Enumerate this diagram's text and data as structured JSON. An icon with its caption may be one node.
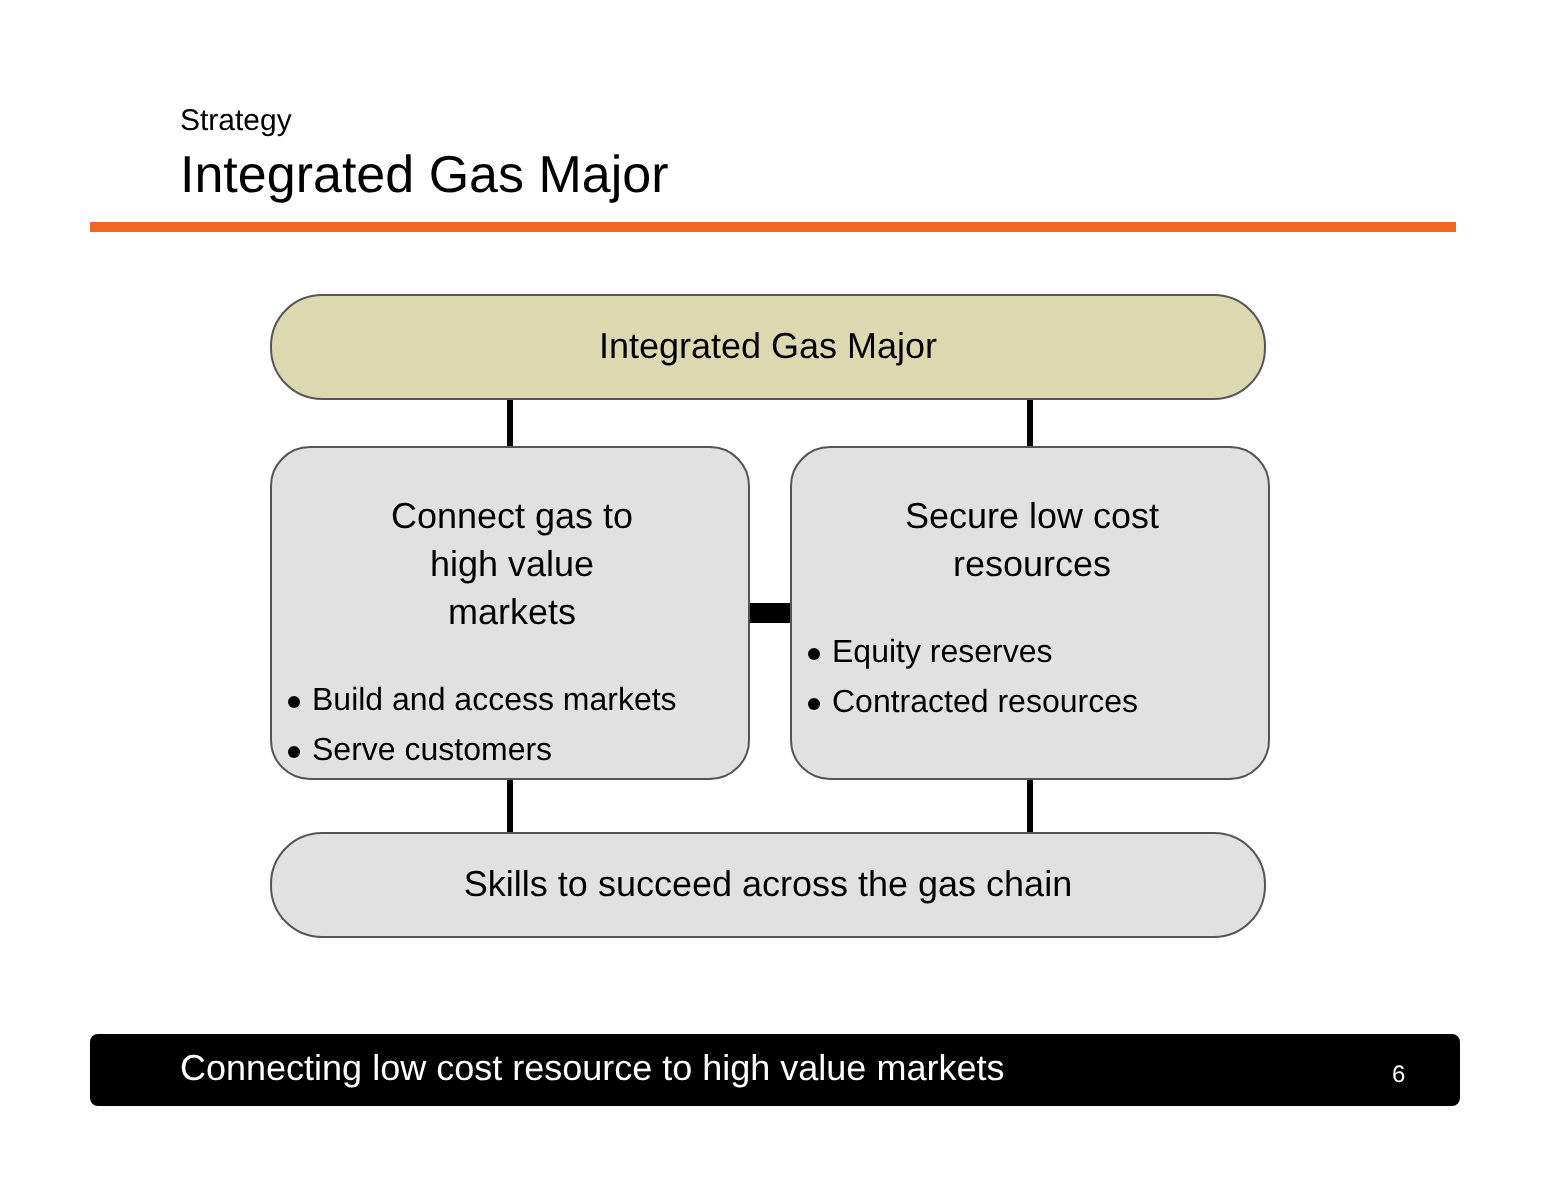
{
  "diagram": {
    "title": "Integrated Gas Major",
    "nodes": [
      {
        "text": [
          "Integrated Gas Major"
        ]
      },
      {
        "text": [
          "Connect gas to high value markets",
          "Build and access markets",
          "Serve customers"
        ]
      },
      {
        "text": [
          "Secure low cost resources",
          "Equity reserves",
          "Contracted resources"
        ]
      },
      {
        "text": [
          "Skills to succeed across the gas chain"
        ]
      }
    ],
    "edges": [
      {
        "from": 0,
        "to": 1,
        "arrow": "none"
      },
      {
        "from": 0,
        "to": 2,
        "arrow": "none"
      },
      {
        "from": 1,
        "to": 2,
        "arrow": "none",
        "style": "thick"
      },
      {
        "from": 1,
        "to": 3,
        "arrow": "none"
      },
      {
        "from": 2,
        "to": 3,
        "arrow": "none"
      }
    ],
    "labels": [
      "Strategy",
      "Connecting low cost resource to high value markets",
      "6"
    ]
  }
}
